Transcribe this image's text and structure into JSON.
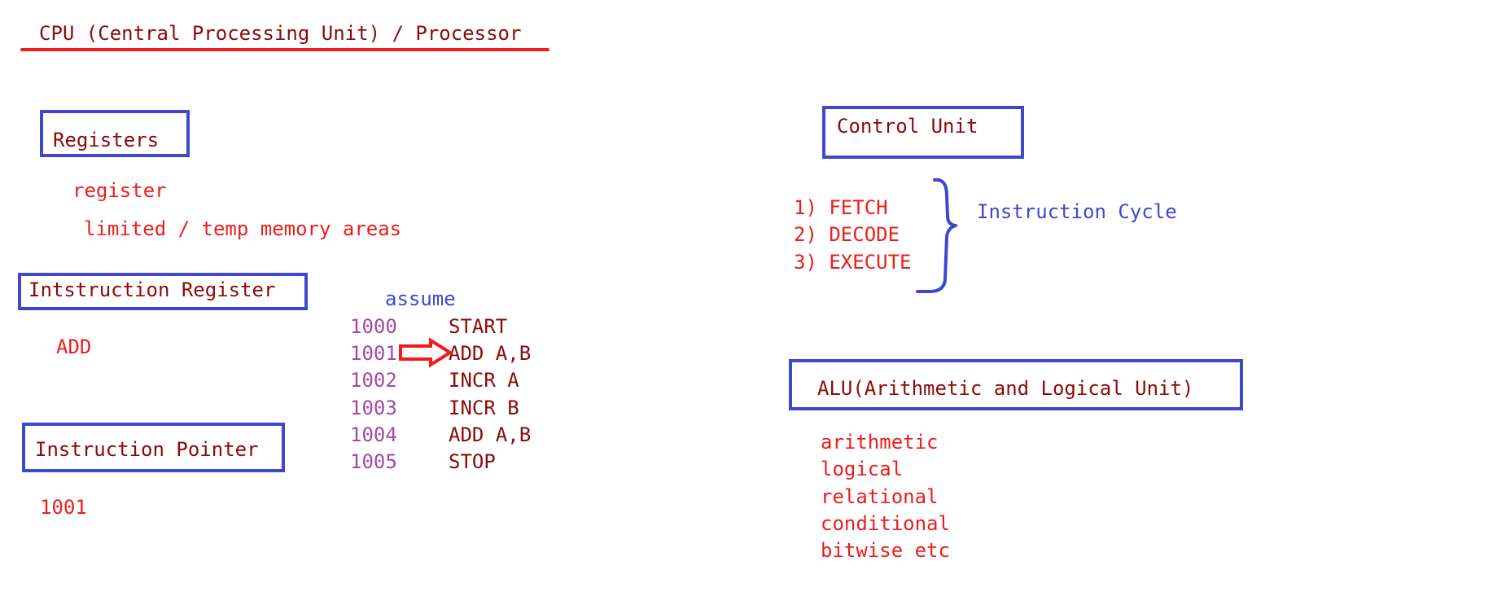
{
  "title": "CPU (Central Processing Unit) / Processor",
  "registers": {
    "heading": "Registers",
    "line1": "register",
    "line2": "limited / temp memory areas"
  },
  "instruction_register": {
    "heading": "Intstruction Register",
    "value": "ADD"
  },
  "instruction_pointer": {
    "heading": "Instruction Pointer",
    "value": "1001"
  },
  "program": {
    "label": "assume",
    "rows": [
      {
        "addr": "1000",
        "instr": "START"
      },
      {
        "addr": "1001",
        "instr": "ADD A,B"
      },
      {
        "addr": "1002",
        "instr": "INCR A"
      },
      {
        "addr": "1003",
        "instr": "INCR B"
      },
      {
        "addr": "1004",
        "instr": "ADD A,B"
      },
      {
        "addr": "1005",
        "instr": "STOP"
      }
    ]
  },
  "control_unit": {
    "heading": "Control Unit",
    "steps": [
      "1) FETCH",
      "2) DECODE",
      "3) EXECUTE"
    ],
    "cycle_label": "Instruction Cycle"
  },
  "alu": {
    "heading": "ALU(Arithmetic and Logical Unit)",
    "ops": [
      "arithmetic",
      "logical",
      "relational",
      "conditional",
      "bitwise etc"
    ]
  },
  "colors": {
    "dark_red": "#8b0a0a",
    "red": "#ee1c1c",
    "blue": "#3f48cc",
    "purple": "#a349a4"
  }
}
